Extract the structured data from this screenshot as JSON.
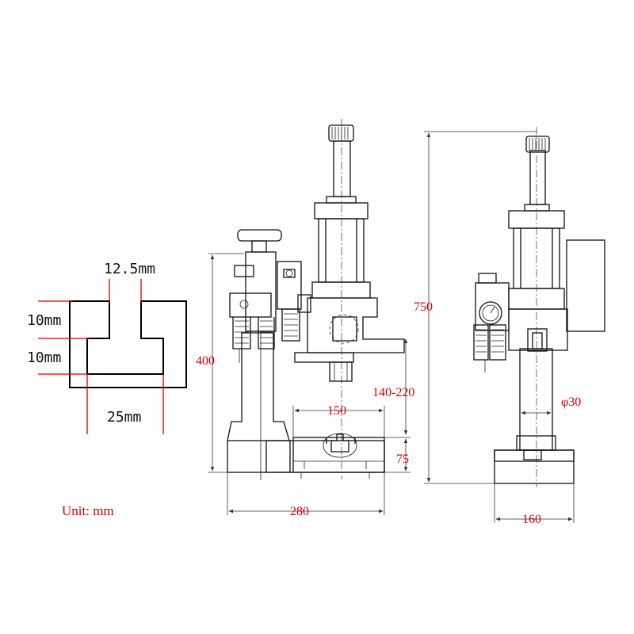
{
  "tslot_detail": {
    "top_width": "12.5mm",
    "upper_height": "10mm",
    "lower_height": "10mm",
    "bottom_width": "25mm"
  },
  "front_view": {
    "height": "400",
    "stroke_range": "140-220",
    "table_width": "150",
    "table_height": "75",
    "base_width": "280"
  },
  "side_view": {
    "total_height": "750",
    "column_diameter": "φ30",
    "base_width": "160"
  },
  "unit_note": "Unit: mm",
  "colors": {
    "dimension_text": "#d40000",
    "line": "#111111"
  }
}
